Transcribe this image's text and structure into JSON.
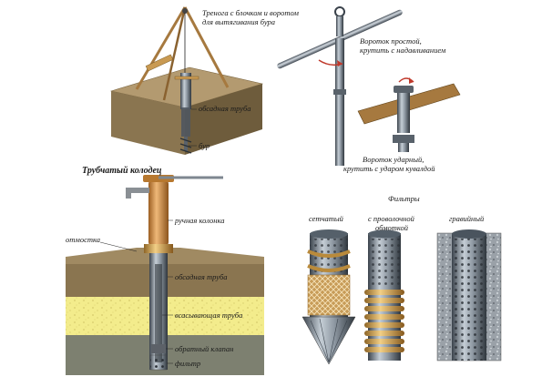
{
  "labels": {
    "tripod_line1": "Тренога с блочком и воротом",
    "tripod_line2": "для вытягивания бура",
    "casing_top": "обсадная труба",
    "auger": "бур",
    "simple_wrench_line1": "Вороток простой,",
    "simple_wrench_line2": "крутить с надавливанием",
    "impact_wrench_line1": "Вороток ударный,",
    "impact_wrench_line2": "крутить с ударом кувалдой",
    "tube_well": "Трубчатый колодец",
    "hand_pump": "ручная колонка",
    "blind_area": "отмостка",
    "casing_bottom": "обсадная труба",
    "suction_pipe": "всасывающая труба",
    "check_valve": "обратный клапан",
    "filter_label": "фильтр",
    "filters_title": "Фильтры",
    "filter_mesh": "сетчатый",
    "filter_wire_line1": "с проволочной",
    "filter_wire_line2": "обмоткой",
    "filter_gravel": "гравийный"
  },
  "colors": {
    "soil_top": "#b39a70",
    "soil_front": "#8a7550",
    "soil_side": "#6e5c3c",
    "sand": "#f3ec8c",
    "water_layer": "#7d8070",
    "pipe_dark": "#3c4650",
    "pipe_light": "#c9d2da",
    "pump_orange": "#d79a55",
    "brass": "#c99a52",
    "wood": "#a6793f"
  }
}
